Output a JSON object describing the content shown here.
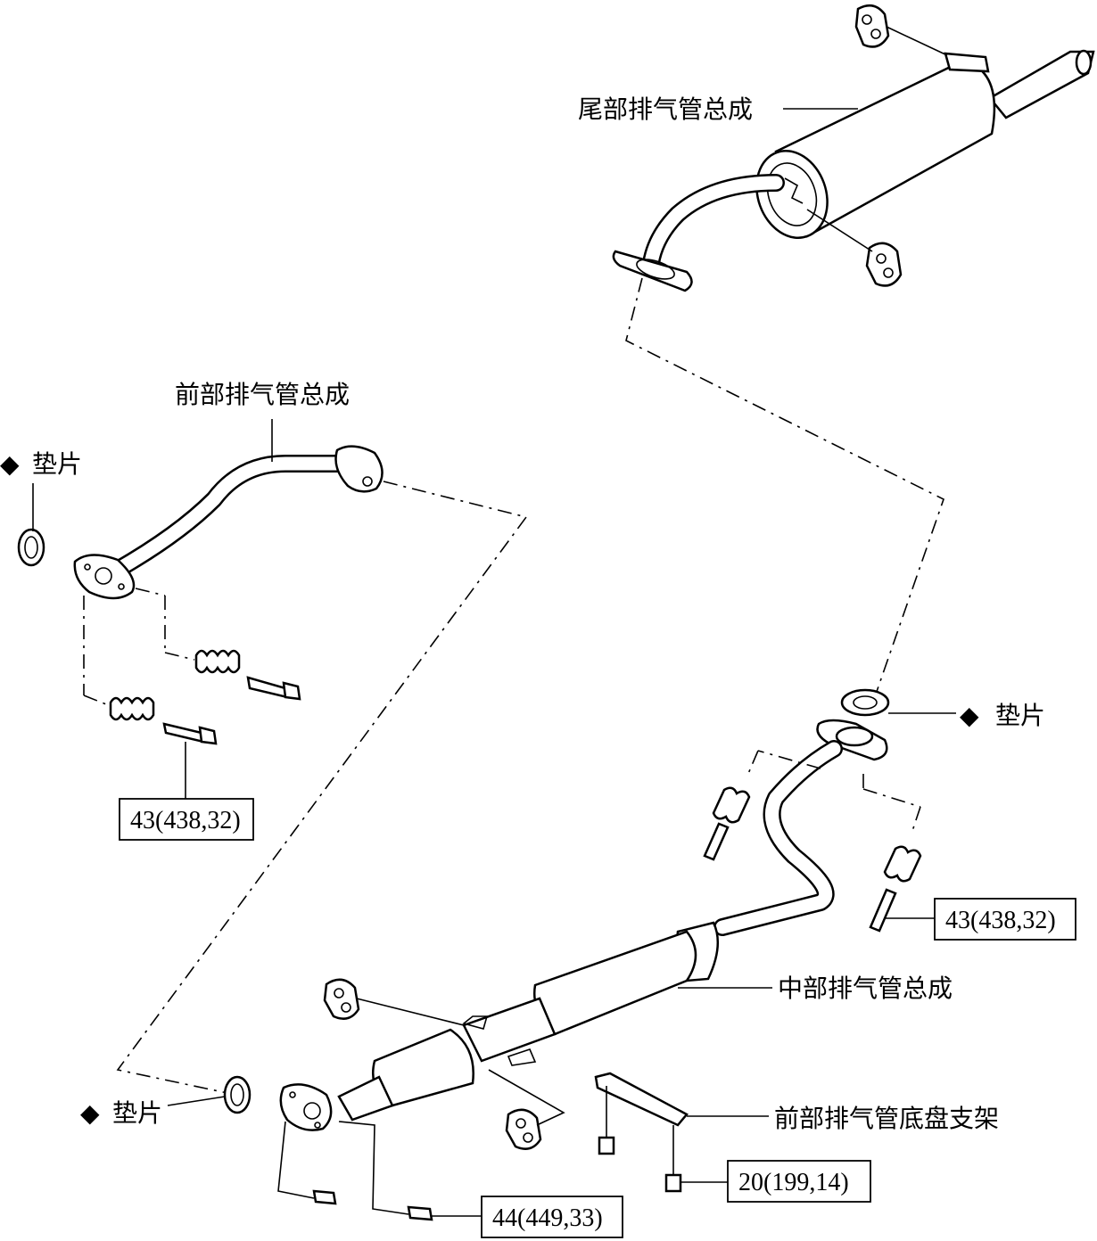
{
  "labels": {
    "tail_pipe_assembly": "尾部排气管总成",
    "front_pipe_assembly": "前部排气管总成",
    "center_pipe_assembly": "中部排气管总成",
    "front_pipe_bracket": "前部排气管底盘支架",
    "gasket_left": "垫片",
    "gasket_right": "垫片",
    "gasket_bottom": "垫片"
  },
  "marker": "◆",
  "torques": {
    "front_pipe_bolts": "43(438,32)",
    "center_pipe_bolts": "43(438,32)",
    "bracket_bolt": "20(199,14)",
    "converter_bolts": "44(449,33)"
  }
}
